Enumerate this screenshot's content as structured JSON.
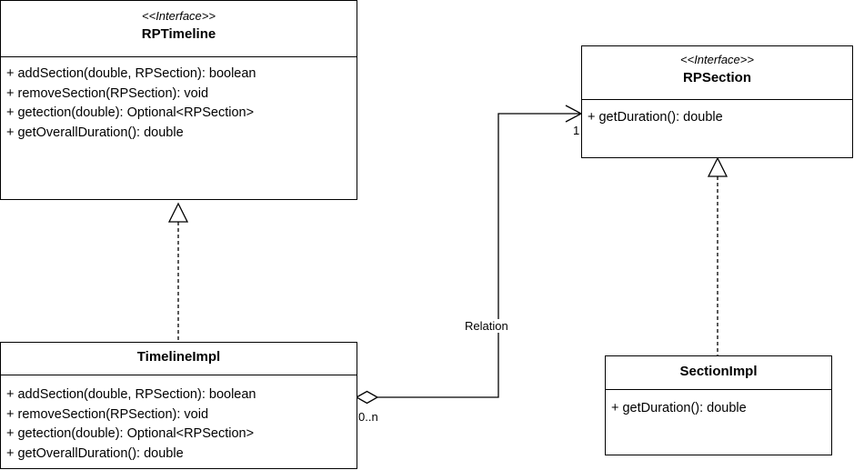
{
  "classes": {
    "rp_timeline": {
      "stereotype": "<<Interface>>",
      "name": "RPTimeline",
      "methods": [
        "+ addSection(double, RPSection): boolean",
        "+ removeSection(RPSection): void",
        "+ getection(double): Optional<RPSection>",
        "+ getOverallDuration(): double"
      ]
    },
    "rp_section": {
      "stereotype": "<<Interface>>",
      "name": "RPSection",
      "methods": [
        "+ getDuration(): double"
      ]
    },
    "timeline_impl": {
      "name": "TimelineImpl",
      "methods": [
        "+ addSection(double, RPSection): boolean",
        "+ removeSection(RPSection): void",
        "+ getection(double): Optional<RPSection>",
        "+ getOverallDuration(): double"
      ]
    },
    "section_impl": {
      "name": "SectionImpl",
      "methods": [
        "+ getDuration(): double"
      ]
    }
  },
  "relation": {
    "label": "Relation",
    "source_multiplicity": "0..n",
    "target_multiplicity": "1"
  }
}
